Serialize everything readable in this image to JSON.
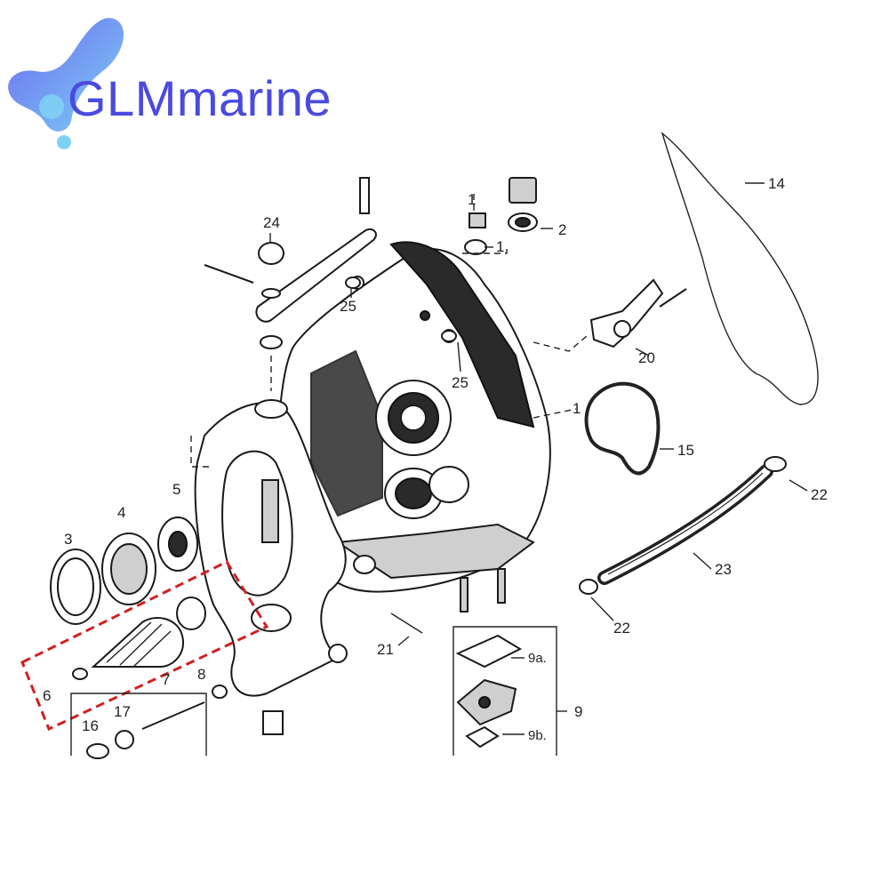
{
  "brand": {
    "name": "GLMmarine",
    "accent_color": "#4a4ae0",
    "logo_gradient": [
      "#6a6af0",
      "#7fd0f5"
    ]
  },
  "diagram": {
    "callouts": {
      "c1a": "1",
      "c1b": "1",
      "c1c": "1",
      "c2": "2",
      "c3": "3",
      "c4": "4",
      "c5": "5",
      "c6": "6",
      "c7": "7",
      "c8": "8",
      "c9": "9",
      "c9a": "9a.",
      "c9b": "9b.",
      "c14": "14",
      "c15": "15",
      "c16": "16",
      "c17": "17",
      "c20": "20",
      "c21": "21",
      "c22a": "22",
      "c22b": "22",
      "c23": "23",
      "c24": "24",
      "c25a": "25",
      "c25b": "25"
    },
    "highlight_color": "#d02020"
  }
}
